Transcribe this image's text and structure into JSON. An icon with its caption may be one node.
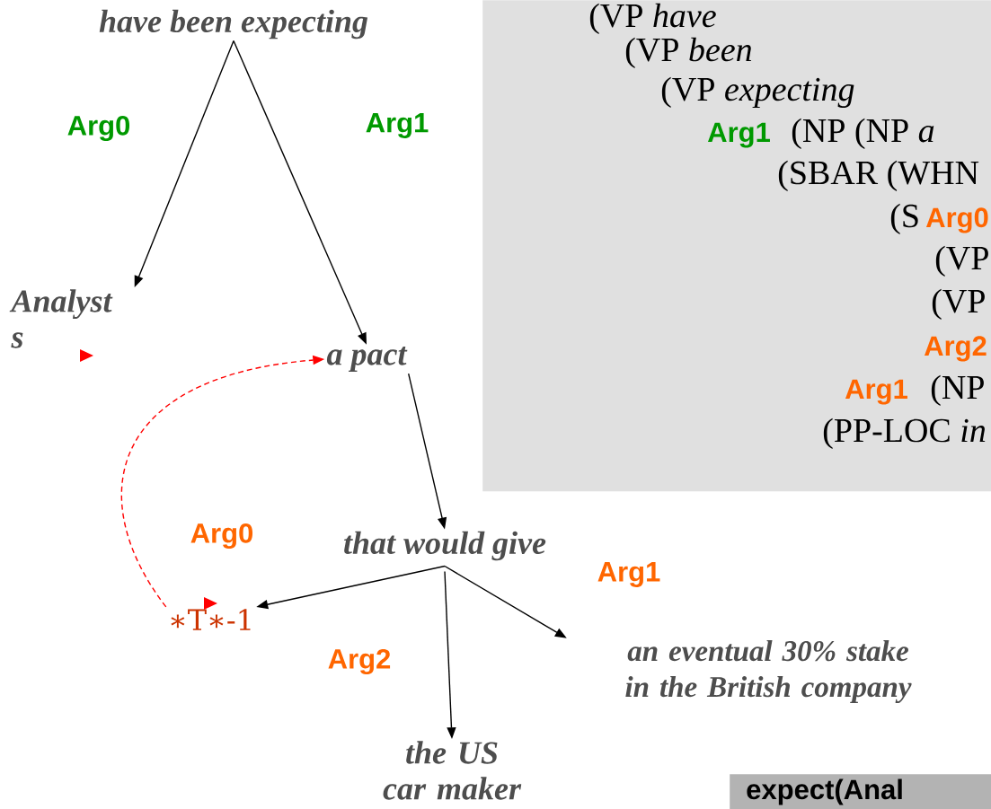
{
  "diagram": {
    "nodes": [
      {
        "text": [
          "have been expecting"
        ]
      },
      {
        "text": [
          "Analyst s"
        ]
      },
      {
        "text": [
          "a pact"
        ]
      },
      {
        "text": [
          "that would give"
        ]
      },
      {
        "text": [
          "∗T∗-1"
        ]
      },
      {
        "text": [
          "an eventual 30% stake in the British company"
        ]
      },
      {
        "text": [
          "the US car maker"
        ]
      },
      {
        "text": [
          "(VP *have*",
          "(VP *been*",
          "(VP *expecting*",
          "(NP (NP *a*",
          "(SBAR (WHN",
          "(S",
          "(VP",
          "(VP",
          "(NP",
          "(PP-LOC *in*"
        ]
      },
      {
        "text": [
          "expect(Anal"
        ]
      }
    ],
    "edges": [
      {
        "from": 0,
        "to": 1,
        "arrow": "to",
        "label": "Arg0"
      },
      {
        "from": 0,
        "to": 2,
        "arrow": "to",
        "label": "Arg1"
      },
      {
        "from": 2,
        "to": 3,
        "arrow": "to"
      },
      {
        "from": 3,
        "to": 4,
        "arrow": "to",
        "label": "Arg0"
      },
      {
        "from": 3,
        "to": 5,
        "arrow": "to",
        "label": "Arg1"
      },
      {
        "from": 3,
        "to": 6,
        "arrow": "to",
        "label": "Arg2"
      },
      {
        "from": 4,
        "to": 2,
        "arrow": "to",
        "style": "dashed",
        "color": "#ff0000"
      }
    ],
    "labels": [
      "Arg1",
      "Arg0",
      "Arg2",
      "Arg1"
    ]
  }
}
